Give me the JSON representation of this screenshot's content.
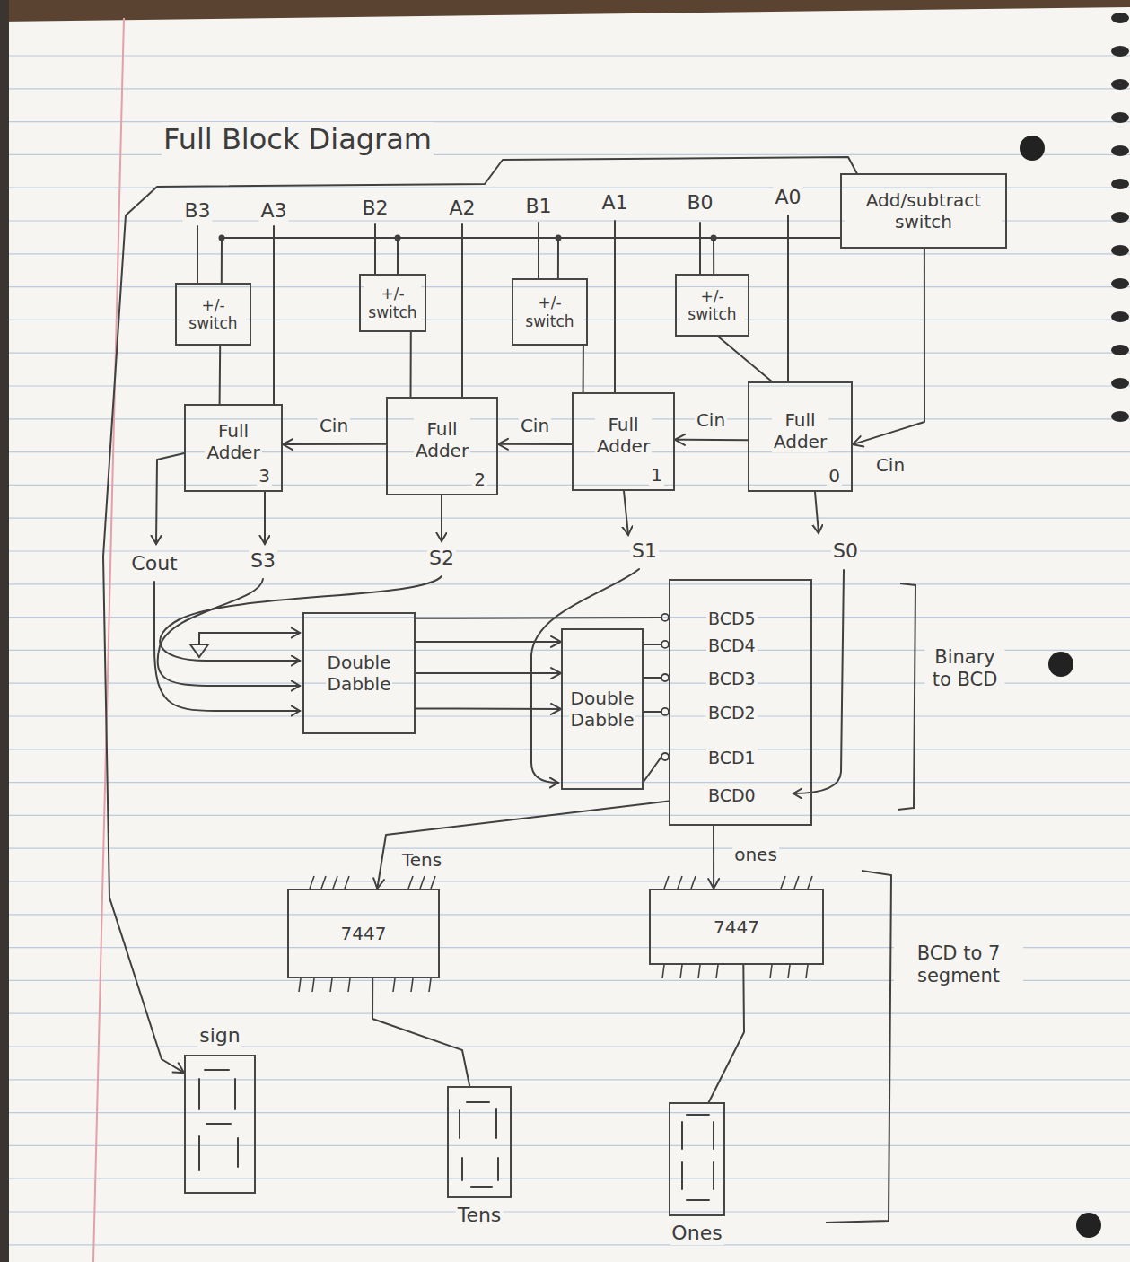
{
  "diagram": {
    "title": "Full Block Diagram",
    "nodes": [
      {
        "text": [
          "Add/subtract switch"
        ]
      },
      {
        "text": [
          "+/- switch"
        ]
      },
      {
        "text": [
          "+/- switch"
        ]
      },
      {
        "text": [
          "+/- switch"
        ]
      },
      {
        "text": [
          "+/- switch"
        ]
      },
      {
        "text": [
          "Full Adder",
          "3"
        ]
      },
      {
        "text": [
          "Full Adder",
          "2"
        ]
      },
      {
        "text": [
          "Full Adder",
          "1"
        ]
      },
      {
        "text": [
          "Full Adder",
          "0"
        ]
      },
      {
        "text": [
          "Double Dabble"
        ]
      },
      {
        "text": [
          "Double Dabble"
        ]
      },
      {
        "text": [
          "BCD5",
          "BCD4",
          "BCD3",
          "BCD2",
          "BCD1",
          "BCD0"
        ]
      },
      {
        "text": [
          "7447"
        ]
      },
      {
        "text": [
          "7447"
        ]
      },
      {
        "text": [
          "sign"
        ]
      },
      {
        "text": [
          "Tens"
        ]
      },
      {
        "text": [
          "Ones"
        ]
      }
    ],
    "edges": [
      {
        "from": 0,
        "to": 1,
        "arrow": "none"
      },
      {
        "from": 0,
        "to": 2,
        "arrow": "none"
      },
      {
        "from": 0,
        "to": 3,
        "arrow": "none"
      },
      {
        "from": 0,
        "to": 4,
        "arrow": "none"
      },
      {
        "from": 1,
        "to": 5,
        "arrow": "none"
      },
      {
        "from": 2,
        "to": 6,
        "arrow": "none"
      },
      {
        "from": 3,
        "to": 7,
        "arrow": "none"
      },
      {
        "from": 4,
        "to": 8,
        "arrow": "none"
      },
      {
        "from": 8,
        "to": 7,
        "label": "Cin",
        "arrow": "to"
      },
      {
        "from": 7,
        "to": 6,
        "label": "Cin",
        "arrow": "to"
      },
      {
        "from": 6,
        "to": 5,
        "label": "Cin",
        "arrow": "to"
      },
      {
        "from": 0,
        "to": 8,
        "label": "Cin",
        "arrow": "to"
      },
      {
        "from": 0,
        "to": 14,
        "arrow": "to"
      },
      {
        "from": 9,
        "to": 11,
        "arrow": "none"
      },
      {
        "from": 9,
        "to": 10,
        "arrow": "to"
      },
      {
        "from": 9,
        "to": 10,
        "arrow": "to"
      },
      {
        "from": 9,
        "to": 10,
        "arrow": "to"
      },
      {
        "from": 10,
        "to": 11,
        "arrow": "none"
      },
      {
        "from": 10,
        "to": 11,
        "arrow": "none"
      },
      {
        "from": 10,
        "to": 11,
        "arrow": "none"
      },
      {
        "from": 10,
        "to": 11,
        "arrow": "none"
      },
      {
        "from": 11,
        "to": 12,
        "label": "Tens",
        "arrow": "to"
      },
      {
        "from": 11,
        "to": 13,
        "label": "ones",
        "arrow": "to"
      },
      {
        "from": 12,
        "to": 15,
        "arrow": "none"
      },
      {
        "from": 13,
        "to": 16,
        "arrow": "none"
      }
    ],
    "labels": [
      "B3",
      "A3",
      "B2",
      "A2",
      "B1",
      "A1",
      "B0",
      "A0",
      "Cout",
      "S3",
      "S2",
      "S1",
      "S0",
      "Binary to BCD",
      "BCD to 7 segment"
    ]
  }
}
